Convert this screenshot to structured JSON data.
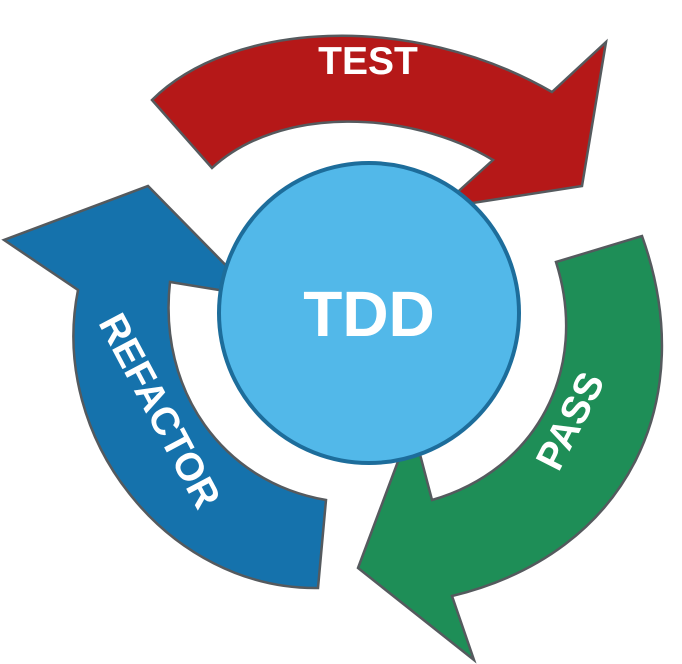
{
  "diagram": {
    "center": {
      "label": "TDD",
      "fill": "#52b8e9",
      "stroke": "#1d6d9b"
    },
    "steps": [
      {
        "label": "TEST",
        "fill": "#b51818"
      },
      {
        "label": "PASS",
        "fill": "#1e8e57"
      },
      {
        "label": "REFACTOR",
        "fill": "#1572ac"
      }
    ],
    "outline_color": "#555a5e"
  }
}
